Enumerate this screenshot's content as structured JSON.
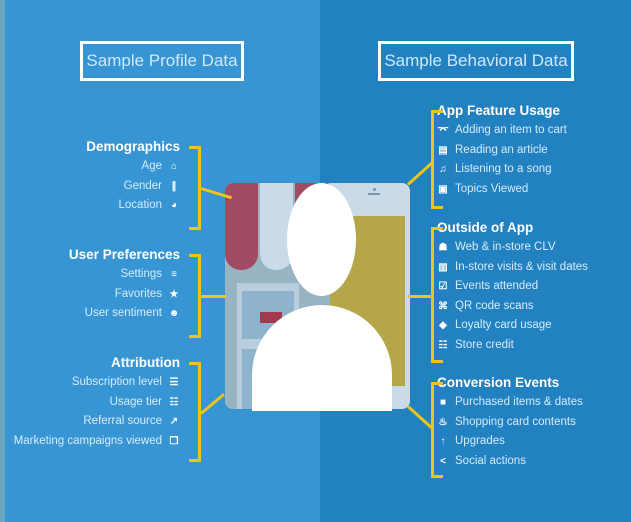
{
  "left_panel": {
    "title": "Sample Profile Data",
    "groups": [
      {
        "title": "Demographics",
        "items": [
          {
            "label": "Age",
            "icon": "cake-icon",
            "glyph": "⌂"
          },
          {
            "label": "Gender",
            "icon": "gender-icon",
            "glyph": "∥"
          },
          {
            "label": "Location",
            "icon": "globe-icon",
            "glyph": "◕"
          }
        ]
      },
      {
        "title": "User Preferences",
        "items": [
          {
            "label": "Settings",
            "icon": "sliders-icon",
            "glyph": "≡"
          },
          {
            "label": "Favorites",
            "icon": "star-icon",
            "glyph": "★"
          },
          {
            "label": "User sentiment",
            "icon": "face-icon",
            "glyph": "☻"
          }
        ]
      },
      {
        "title": "Attribution",
        "items": [
          {
            "label": "Subscription level",
            "icon": "database-icon",
            "glyph": "☰"
          },
          {
            "label": "Usage tier",
            "icon": "sitemap-icon",
            "glyph": "☷"
          },
          {
            "label": "Referral source",
            "icon": "share-out-icon",
            "glyph": "↗"
          },
          {
            "label": "Marketing campaigns viewed",
            "icon": "copy-icon",
            "glyph": "❐"
          }
        ]
      }
    ]
  },
  "right_panel": {
    "title": "Sample Behavioral Data",
    "groups": [
      {
        "title": "App Feature Usage",
        "items": [
          {
            "label": "Adding an item to cart",
            "icon": "cart-icon",
            "glyph": "⌤"
          },
          {
            "label": "Reading an article",
            "icon": "newspaper-icon",
            "glyph": "▤"
          },
          {
            "label": "Listening to a song",
            "icon": "music-icon",
            "glyph": "♫"
          },
          {
            "label": "Topics Viewed",
            "icon": "monitor-icon",
            "glyph": "▣"
          }
        ]
      },
      {
        "title": "Outside of App",
        "items": [
          {
            "label": "Web & in-store CLV",
            "icon": "money-bag-icon",
            "glyph": "☗"
          },
          {
            "label": "In-store visits & visit dates",
            "icon": "store-icon",
            "glyph": "▥"
          },
          {
            "label": "Events attended",
            "icon": "check-square-icon",
            "glyph": "☑"
          },
          {
            "label": "QR code scans",
            "icon": "qr-frame-icon",
            "glyph": "⌘"
          },
          {
            "label": "Loyalty card usage",
            "icon": "tag-icon",
            "glyph": "◆"
          },
          {
            "label": "Store credit",
            "icon": "receipt-icon",
            "glyph": "☷"
          }
        ]
      },
      {
        "title": "Conversion Events",
        "items": [
          {
            "label": "Purchased items & dates",
            "icon": "bag-icon",
            "glyph": "■"
          },
          {
            "label": "Shopping card contents",
            "icon": "basket-icon",
            "glyph": "♨"
          },
          {
            "label": "Upgrades",
            "icon": "arrow-up-icon",
            "glyph": "↑"
          },
          {
            "label": "Social actions",
            "icon": "share-icon",
            "glyph": "<"
          }
        ]
      }
    ]
  },
  "colors": {
    "left_bg": "#3895d3",
    "right_bg": "#2281c0",
    "bracket": "#f0c419",
    "awning_red": "#a14b62",
    "awning_light": "#c9dbe8",
    "screen_yellow": "#b5a64a"
  }
}
